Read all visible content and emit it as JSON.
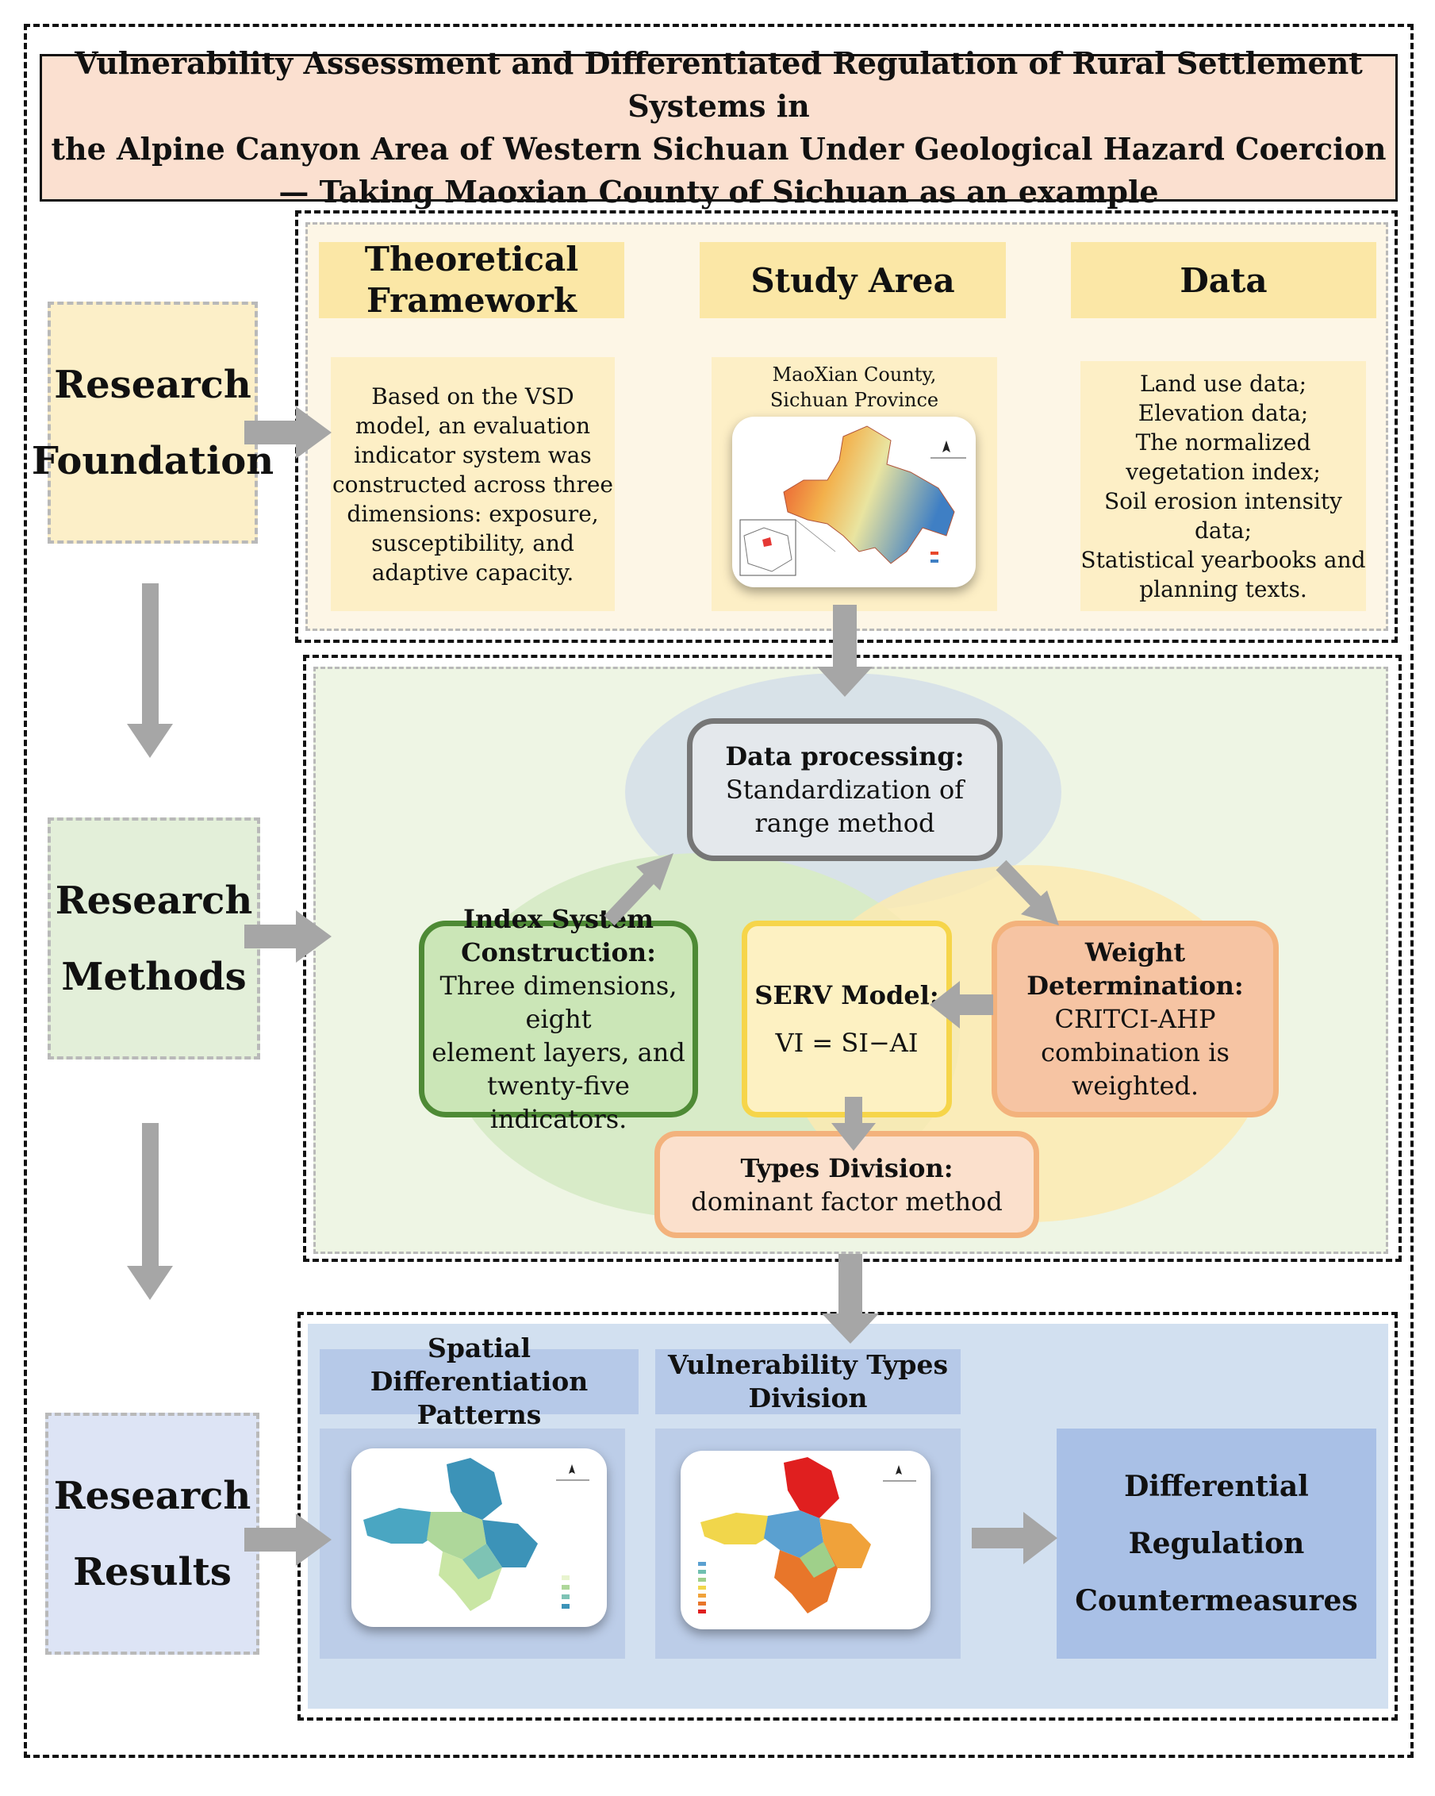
{
  "title": {
    "line1": "Vulnerability Assessment and Differentiated Regulation of Rural Settlement Systems in",
    "line2": "the Alpine Canyon Area of Western Sichuan Under Geological Hazard Coercion",
    "line3": "— Taking Maoxian County of Sichuan as an example"
  },
  "stages": {
    "foundation": {
      "line1": "Research",
      "line2": "Foundation"
    },
    "methods": {
      "line1": "Research",
      "line2": "Methods"
    },
    "results": {
      "line1": "Research",
      "line2": "Results"
    }
  },
  "foundation": {
    "framework": {
      "head1": "Theoretical",
      "head2": "Framework",
      "body": [
        "Based on the VSD",
        "model, an evaluation",
        "indicator system was",
        "constructed across three",
        "dimensions: exposure,",
        "susceptibility, and",
        "adaptive capacity."
      ]
    },
    "study_area": {
      "head": "Study Area",
      "caption1": "MaoXian County,",
      "caption2": "Sichuan Province"
    },
    "data": {
      "head": "Data",
      "body": [
        "Land use data;",
        "Elevation data;",
        "The normalized",
        "vegetation index;",
        "Soil erosion intensity data;",
        "Statistical yearbooks and",
        "planning texts."
      ]
    }
  },
  "methods": {
    "processing": {
      "title": "Data processing:",
      "line1": "Standardization of",
      "line2": "range method"
    },
    "index": {
      "title1": "Index System",
      "title2": "Construction:",
      "line1": "Three dimensions, eight",
      "line2": "element layers, and",
      "line3": "twenty-five indicators."
    },
    "serv": {
      "title": "SERV Model:",
      "formula": "VI = SI−AI"
    },
    "weight": {
      "title1": "Weight",
      "title2": "Determination:",
      "line1": "CRITCI-AHP",
      "line2": "combination is",
      "line3": "weighted."
    },
    "types": {
      "title": "Types Division:",
      "line1": "dominant factor method"
    }
  },
  "results": {
    "spatial": {
      "head1": "Spatial Differentiation",
      "head2": "Patterns"
    },
    "vuln": {
      "head1": "Vulnerability Types",
      "head2": "Division"
    },
    "regulation": {
      "line1": "Differential",
      "line2": "Regulation",
      "line3": "Countermeasures"
    }
  },
  "colors": {
    "title_bg": "#fbe0d0",
    "foundation_bg": "#fdf6e6",
    "header_yellow": "#fbe7a6",
    "methods_bg": "#eef5e4",
    "results_bg": "#d2e0f0",
    "results_header": "#b6c9e8",
    "arrow_gray": "#a6a6a6",
    "index_border": "#4e8a35",
    "serv_border": "#f6d54a",
    "weight_border": "#f3b27c",
    "weight_fill": "#f6c4a3"
  }
}
